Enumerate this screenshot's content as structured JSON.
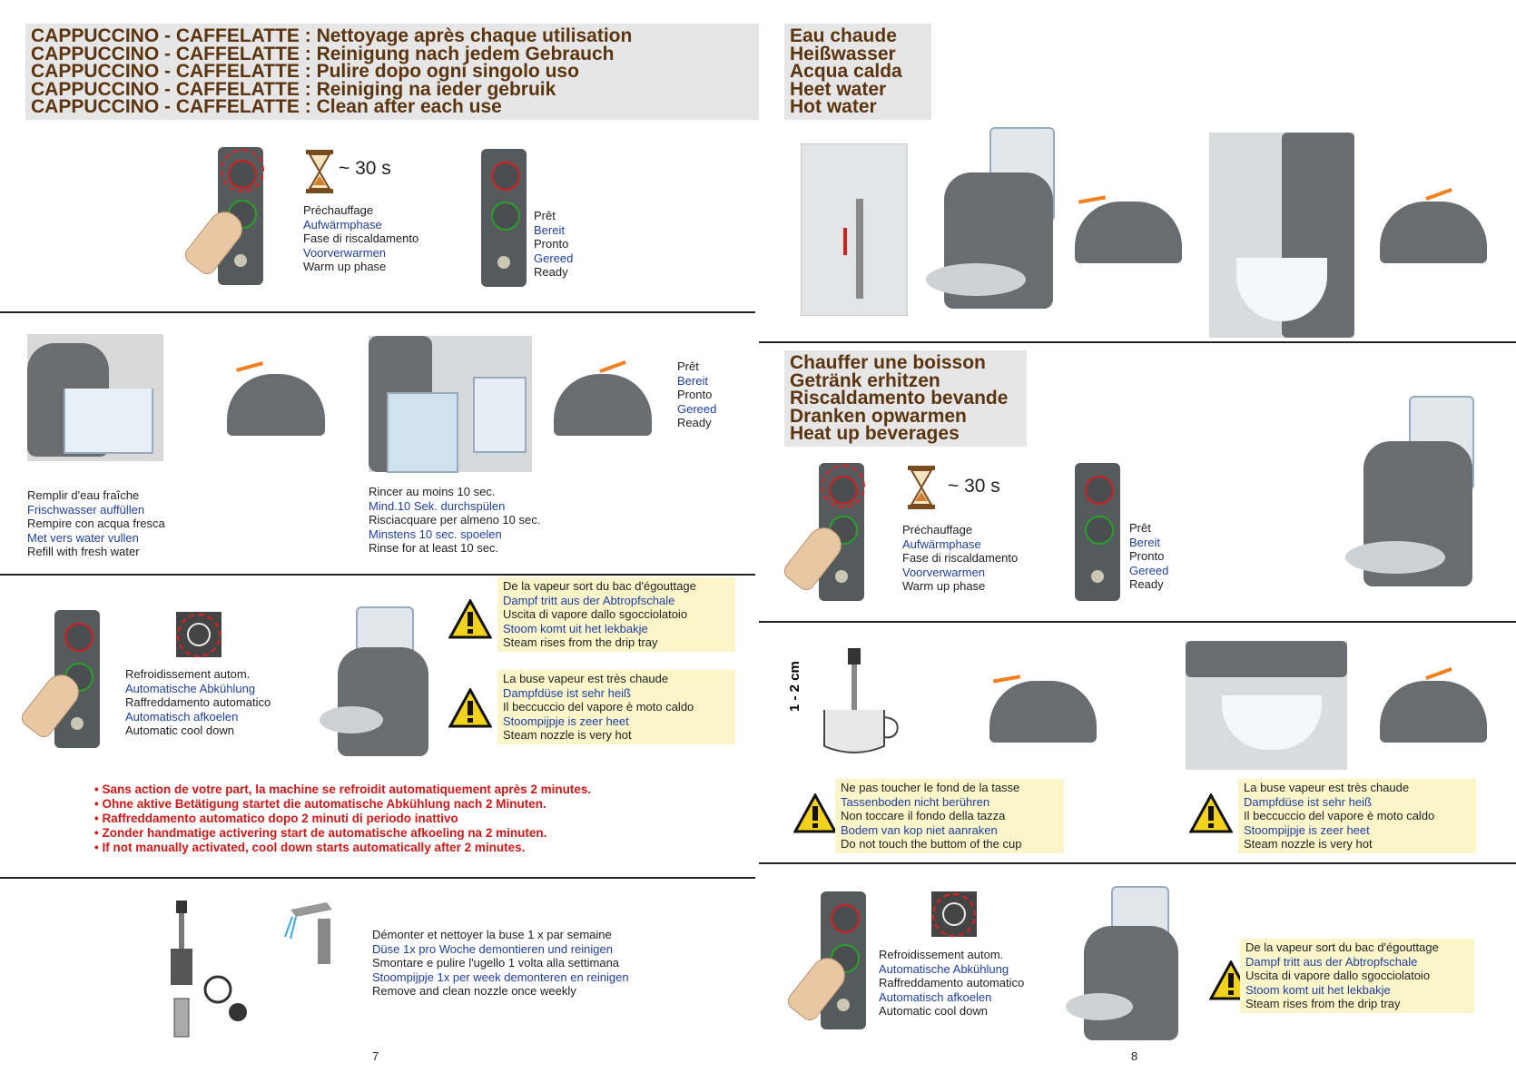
{
  "left_page": {
    "header_lines": [
      "CAPPUCCINO - CAFFELATTE : Nettoyage après chaque utilisation",
      "CAPPUCCINO - CAFFELATTE : Reinigung nach jedem Gebrauch",
      "CAPPUCCINO - CAFFELATTE : Pulire dopo ogni singolo uso",
      "CAPPUCCINO - CAFFELATTE : Reiniging na ieder gebruik",
      "CAPPUCCINO - CAFFELATTE : Clean after each use"
    ],
    "timer": "~ 30 s",
    "warmup": [
      "Préchauffage",
      "Aufwärmphase",
      "Fase di riscaldamento",
      "Voorverwarmen",
      "Warm up phase"
    ],
    "ready": [
      "Prêt",
      "Bereit",
      "Pronto",
      "Gereed",
      "Ready"
    ],
    "refill": [
      "Remplir d'eau fraîche",
      "Frischwasser auffüllen",
      "Rempire con acqua fresca",
      "Met vers water vullen",
      "Refill with fresh water"
    ],
    "rinse": [
      "Rincer au moins 10 sec.",
      "Mind.10 Sek. durchspülen",
      "Risciacquare per almeno 10 sec.",
      "Minstens 10 sec. spoelen",
      "Rinse for at least 10 sec."
    ],
    "ready2": [
      "Prêt",
      "Bereit",
      "Pronto",
      "Gereed",
      "Ready"
    ],
    "cooldown": [
      "Refroidissement autom.",
      "Automatische Abkühlung",
      "Raffreddamento automatico",
      "Automatisch afkoelen",
      "Automatic cool down"
    ],
    "warn_steam_tray": [
      "De la vapeur sort du bac d'égouttage",
      "Dampf tritt aus der Abtropfschale",
      "Uscita di vapore dallo sgocciolatoio",
      "Stoom komt uit het lekbakje",
      "Steam rises from the drip tray"
    ],
    "warn_nozzle_hot": [
      "La buse vapeur est très chaude",
      "Dampfdüse ist sehr heiß",
      "Il beccuccio del vapore è moto caldo",
      "Stoompijpje is zeer heet",
      "Steam nozzle is very hot"
    ],
    "auto_notes": [
      "• Sans action de votre part, la machine se refroidit automatiquement après 2 minutes.",
      "• Ohne aktive Betätigung startet die automatische Abkühlung nach 2 Minuten.",
      "• Raffreddamento automatico dopo 2 minuti di periodo inattivo",
      "• Zonder handmatige activering start de automatische afkoeling na 2 minuten.",
      "• If not manually activated, cool down starts automatically after 2 minutes."
    ],
    "weekly": [
      "Démonter et nettoyer la buse 1 x par semaine",
      "Düse 1x pro Woche demontieren und reinigen",
      "Smontare e pulire l'ugello 1 volta alla settimana",
      "Stoompijpje 1x per week demonteren en reinigen",
      "Remove and clean nozzle once weekly"
    ],
    "page_number": "7"
  },
  "right_page": {
    "hot_water_header": [
      "Eau chaude",
      "Heißwasser",
      "Acqua calda",
      "Heet water",
      "Hot water"
    ],
    "heat_header": [
      "Chauffer une boisson",
      "Getränk erhitzen",
      "Riscaldamento bevande",
      "Dranken opwarmen",
      "Heat up beverages"
    ],
    "timer": "~ 30 s",
    "warmup": [
      "Préchauffage",
      "Aufwärmphase",
      "Fase di riscaldamento",
      "Voorverwarmen",
      "Warm up phase"
    ],
    "ready": [
      "Prêt",
      "Bereit",
      "Pronto",
      "Gereed",
      "Ready"
    ],
    "depth_label": "1 - 2 cm",
    "warn_cup_bottom": [
      "Ne pas toucher le fond de la tasse",
      "Tassenboden nicht berühren",
      "Non toccare il fondo della tazza",
      "Bodem van kop niet aanraken",
      "Do not touch the buttom of the cup"
    ],
    "warn_nozzle_hot": [
      "La buse vapeur est très chaude",
      "Dampfdüse ist sehr heiß",
      "Il beccuccio del vapore è moto caldo",
      "Stoompijpje is zeer heet",
      "Steam nozzle is very hot"
    ],
    "cooldown": [
      "Refroidissement autom.",
      "Automatische Abkühlung",
      "Raffreddamento automatico",
      "Automatisch afkoelen",
      "Automatic cool down"
    ],
    "warn_steam_tray": [
      "De la vapeur sort du bac d'égouttage",
      "Dampf tritt aus der Abtropfschale",
      "Uscita di vapore dallo sgocciolatoio",
      "Stoom komt uit het lekbakje",
      "Steam rises from the drip tray"
    ],
    "page_number": "8"
  },
  "icons": [
    "hourglass-icon",
    "warning-icon",
    "finger-icon",
    "power-button-icon",
    "steam-button-icon"
  ],
  "colors": {
    "header_text": "#5b3410",
    "header_bg": "#e6e6e6",
    "warn_bg": "#fbf6c9",
    "note_red": "#d01818",
    "blue_text": "#1f3fa0"
  }
}
